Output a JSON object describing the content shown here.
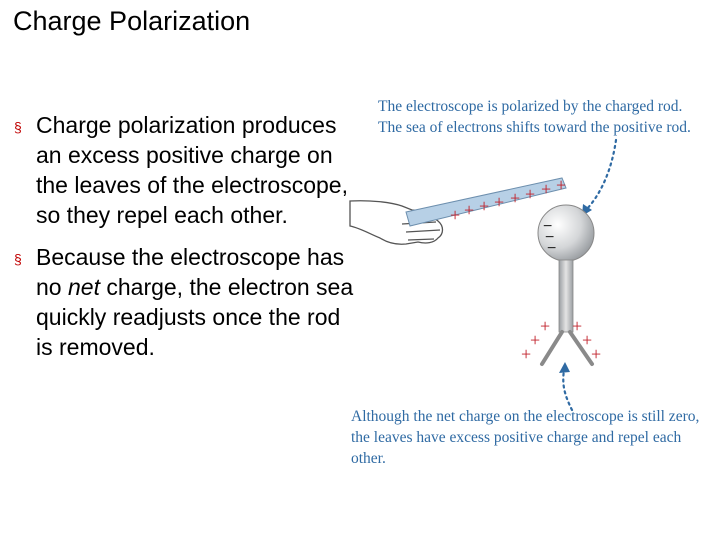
{
  "slide": {
    "title": "Charge Polarization"
  },
  "bullets": [
    {
      "marker": "§",
      "text": "Charge polarization produces an excess positive charge on the leaves of the electroscope, so they repel each other."
    },
    {
      "marker": "§",
      "text_before": "Because the electroscope has no ",
      "text_italic": "net",
      "text_after": " charge, the electron sea quickly readjusts once the rod is removed."
    }
  ],
  "figure": {
    "caption_top": "The electroscope is polarized by the charged rod. The sea of electrons shifts toward the positive rod.",
    "caption_bottom": "Although the net charge on the electroscope is still zero, the leaves have excess positive charge and repel each other.",
    "plus_sign": "+",
    "minus_sign": "−",
    "colors": {
      "rod": "#b7d0e6",
      "charge": "#c0202a",
      "arrow": "#2f6aa3",
      "caption": "#2f6aa3",
      "metal": "#c8c8c8"
    }
  }
}
